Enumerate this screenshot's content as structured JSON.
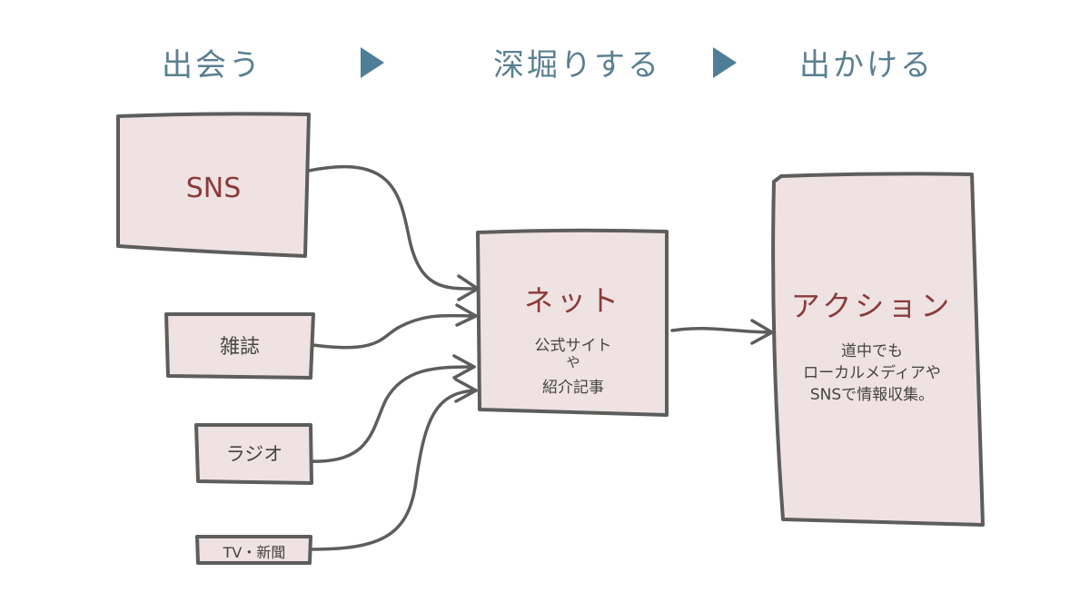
{
  "stages": [
    "出会う",
    "深堀りする",
    "出かける"
  ],
  "colors": {
    "stage": "#5a7f92",
    "arrow": "#4f7f98",
    "box_fill": "#efe2e2",
    "box_stroke": "#5d5d5d",
    "accent_text": "#8b3a3a"
  },
  "sources": [
    {
      "label": "SNS"
    },
    {
      "label": "雑誌"
    },
    {
      "label": "ラジオ"
    },
    {
      "label": "TV・新聞"
    }
  ],
  "net": {
    "title": "ネット",
    "lines": [
      "公式サイト",
      "や",
      "紹介記事"
    ]
  },
  "action": {
    "title": "アクション",
    "lines": [
      "道中でも",
      "ローカルメディアや",
      "SNSで情報収集。"
    ]
  }
}
